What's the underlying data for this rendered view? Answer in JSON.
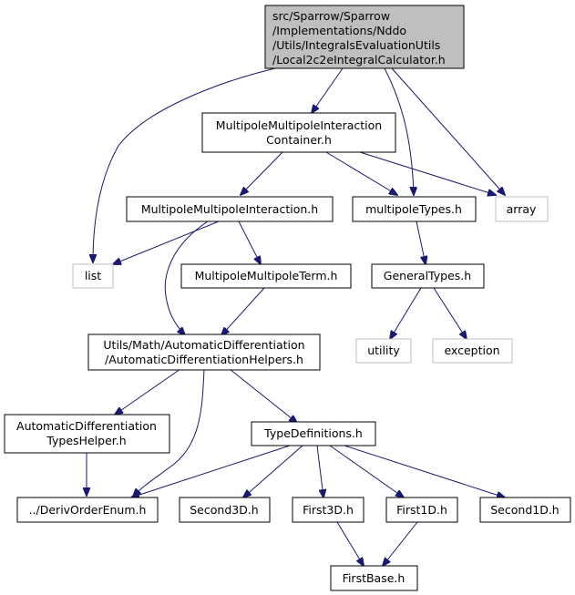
{
  "nodes": {
    "root": [
      "src/Sparrow/Sparrow",
      "/Implementations/Nddo",
      "/Utils/IntegralsEvaluationUtils",
      "/Local2c2eIntegralCalculator.h"
    ],
    "container": [
      "MultipoleMultipoleInteraction",
      "Container.h"
    ],
    "interaction": [
      "MultipoleMultipoleInteraction.h"
    ],
    "multipole_types": [
      "multipoleTypes.h"
    ],
    "array": [
      "array"
    ],
    "list": [
      "list"
    ],
    "term": [
      "MultipoleMultipoleTerm.h"
    ],
    "general_types": [
      "GeneralTypes.h"
    ],
    "helpers": [
      "Utils/Math/AutomaticDifferentiation",
      "/AutomaticDifferentiationHelpers.h"
    ],
    "utility": [
      "utility"
    ],
    "exception": [
      "exception"
    ],
    "types_helper": [
      "AutomaticDifferentiation",
      "TypesHelper.h"
    ],
    "type_definitions": [
      "TypeDefinitions.h"
    ],
    "deriv_order": [
      "../DerivOrderEnum.h"
    ],
    "second3d": [
      "Second3D.h"
    ],
    "first3d": [
      "First3D.h"
    ],
    "first1d": [
      "First1D.h"
    ],
    "second1d": [
      "Second1D.h"
    ],
    "first_base": [
      "FirstBase.h"
    ]
  },
  "edges": [
    {
      "from": "root",
      "to": "container"
    },
    {
      "from": "root",
      "to": "list"
    },
    {
      "from": "root",
      "to": "multipole_types"
    },
    {
      "from": "root",
      "to": "array"
    },
    {
      "from": "container",
      "to": "interaction"
    },
    {
      "from": "container",
      "to": "multipole_types"
    },
    {
      "from": "container",
      "to": "array"
    },
    {
      "from": "interaction",
      "to": "list"
    },
    {
      "from": "interaction",
      "to": "term"
    },
    {
      "from": "interaction",
      "to": "helpers"
    },
    {
      "from": "multipole_types",
      "to": "general_types"
    },
    {
      "from": "general_types",
      "to": "utility"
    },
    {
      "from": "general_types",
      "to": "exception"
    },
    {
      "from": "term",
      "to": "helpers"
    },
    {
      "from": "helpers",
      "to": "types_helper"
    },
    {
      "from": "helpers",
      "to": "deriv_order"
    },
    {
      "from": "helpers",
      "to": "type_definitions"
    },
    {
      "from": "types_helper",
      "to": "deriv_order"
    },
    {
      "from": "type_definitions",
      "to": "deriv_order"
    },
    {
      "from": "type_definitions",
      "to": "second3d"
    },
    {
      "from": "type_definitions",
      "to": "first3d"
    },
    {
      "from": "type_definitions",
      "to": "first1d"
    },
    {
      "from": "type_definitions",
      "to": "second1d"
    },
    {
      "from": "first3d",
      "to": "first_base"
    },
    {
      "from": "first1d",
      "to": "first_base"
    }
  ]
}
